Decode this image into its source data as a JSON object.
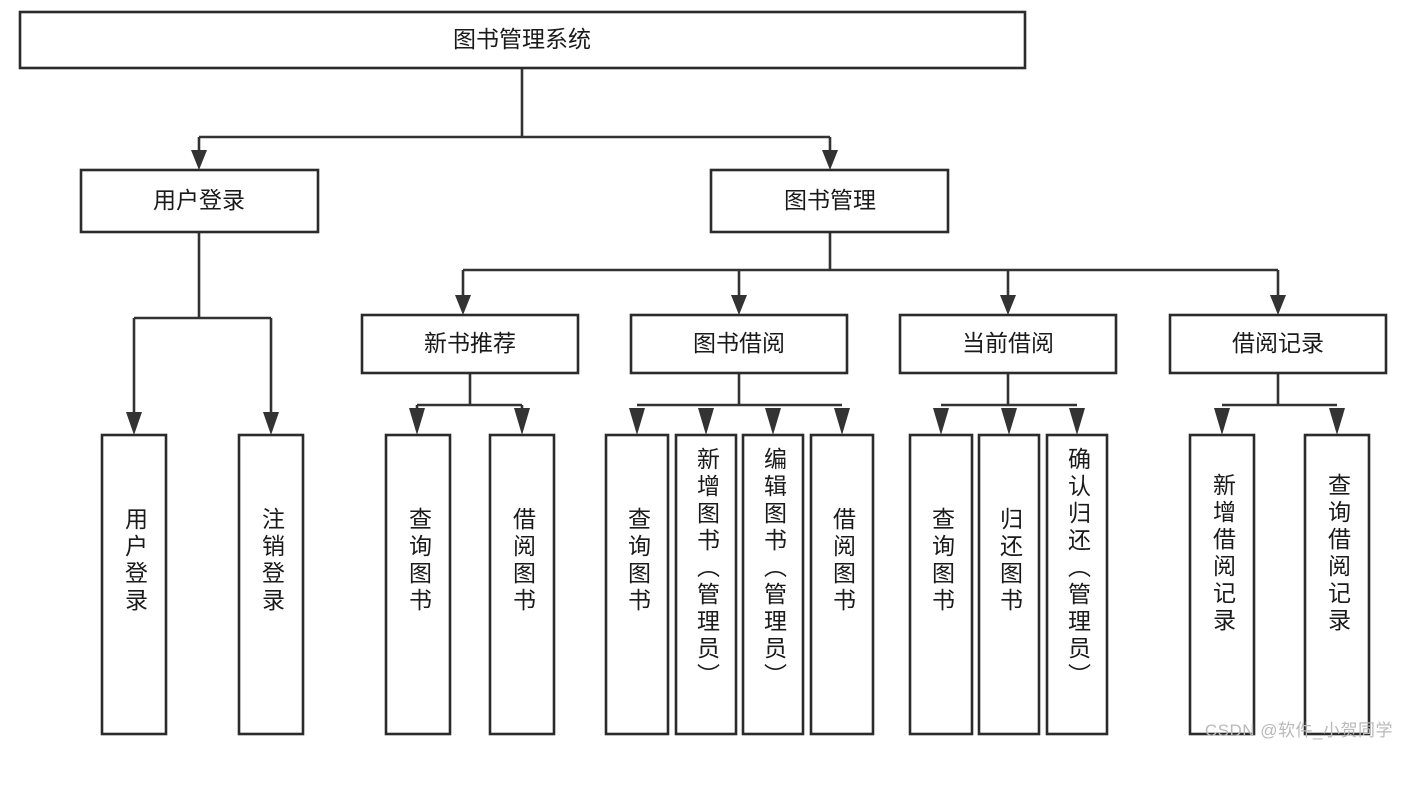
{
  "diagram": {
    "title": "图书管理系统",
    "type": "hierarchy-tree",
    "orientation": "top-down",
    "colors": {
      "box_stroke": "#2b2b2b",
      "box_fill": "#ffffff",
      "edge": "#333333",
      "text": "#1a1a1a",
      "watermark": "#b9b9b9"
    },
    "root": {
      "label": "图书管理系统"
    },
    "level2": [
      {
        "label": "用户登录"
      },
      {
        "label": "图书管理"
      }
    ],
    "level3": [
      {
        "label": "新书推荐"
      },
      {
        "label": "图书借阅"
      },
      {
        "label": "当前借阅"
      },
      {
        "label": "借阅记录"
      }
    ],
    "leaves": {
      "user_login": [
        {
          "label": "用户登录"
        },
        {
          "label": "注销登录"
        }
      ],
      "new_book_recommend": [
        {
          "label": "查询图书"
        },
        {
          "label": "借阅图书"
        }
      ],
      "book_borrow": [
        {
          "label": "查询图书"
        },
        {
          "label": "新增图书（管理员）"
        },
        {
          "label": "编辑图书（管理员）"
        },
        {
          "label": "借阅图书"
        }
      ],
      "current_borrow": [
        {
          "label": "查询图书"
        },
        {
          "label": "归还图书"
        },
        {
          "label": "确认归还（管理员）"
        }
      ],
      "borrow_record": [
        {
          "label": "新增借阅记录"
        },
        {
          "label": "查询借阅记录"
        }
      ]
    }
  },
  "watermark": {
    "text": "CSDN @软件_小贺同学"
  }
}
